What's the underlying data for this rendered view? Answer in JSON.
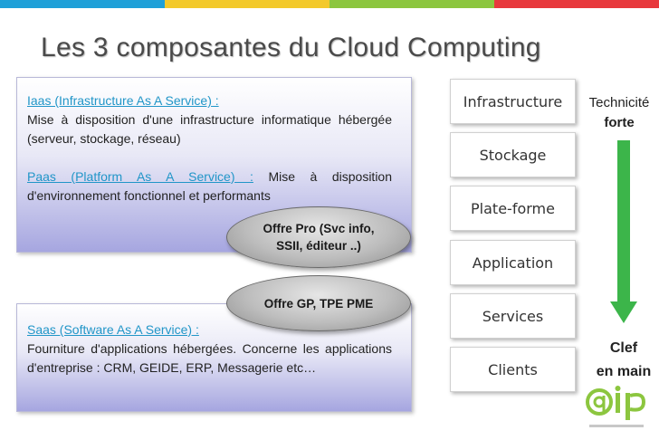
{
  "colors": {
    "bar1": "#1fa0d8",
    "bar2": "#f3c92b",
    "bar3": "#8cc63f",
    "bar4": "#e8383d",
    "arrow": "#3cb54a"
  },
  "title": "Les 3 composantes du Cloud Computing",
  "box_top": {
    "iaas_label": "Iaas (Infrastructure As A Service) :",
    "iaas_line1": "Mise à disposition d'une infrastructure informatique hébergée",
    "iaas_line2": "(serveur, stockage, réseau)",
    "paas_label": "Paas (Platform As A Service) :",
    "paas_rest": "Mise à disposition",
    "paas_line2": "d'environnement fonctionnel et performants"
  },
  "box_bottom": {
    "saas_label": "Saas (Software As A Service) :",
    "saas_line1": "Fourniture d'applications hébergées. Concerne les applications",
    "saas_line2": "d'entreprise : CRM, GEIDE, ERP, Messagerie etc…"
  },
  "offers": {
    "pro_line1": "Offre Pro (Svc info,",
    "pro_line2": "SSII, éditeur ..)",
    "gp": "Offre GP, TPE PME"
  },
  "layers": [
    "Infrastructure",
    "Stockage",
    "Plate-forme",
    "Application",
    "Services",
    "Clients"
  ],
  "side": {
    "top_line1": "Technicité",
    "top_line2": "forte",
    "bottom_line1": "Clef",
    "bottom_line2": "en main"
  },
  "logo": {
    "icon": "aip-logo-icon"
  }
}
